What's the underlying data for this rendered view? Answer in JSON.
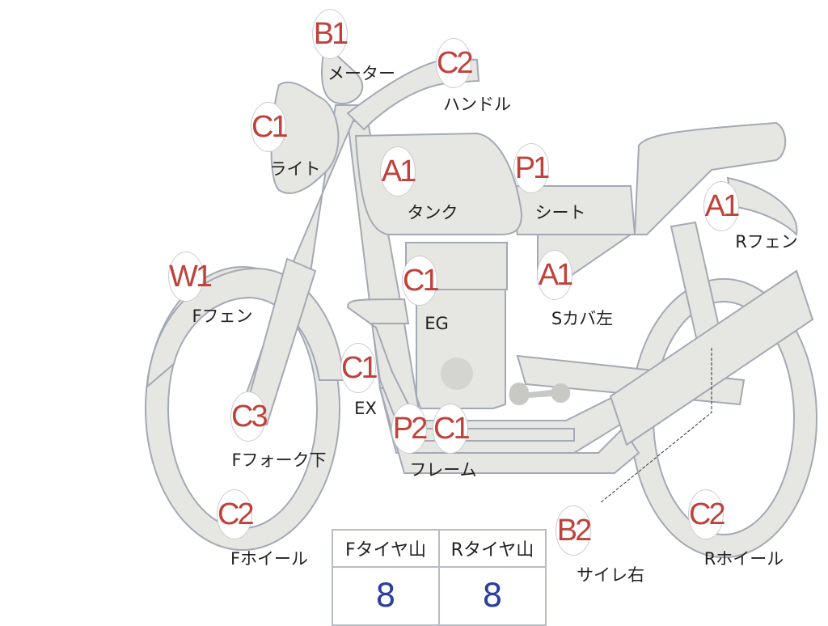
{
  "parts": [
    {
      "code": "B1",
      "label": "メーター"
    },
    {
      "code": "C2",
      "label": "ハンドル"
    },
    {
      "code": "C1",
      "label": "ライト"
    },
    {
      "code": "A1",
      "label": "タンク"
    },
    {
      "code": "P1",
      "label": "シート"
    },
    {
      "code": "A1",
      "label": "Rフェン"
    },
    {
      "code": "W1",
      "label": "Fフェン"
    },
    {
      "code": "C1",
      "label": "EG"
    },
    {
      "code": "A1",
      "label": "Sカバ左"
    },
    {
      "code": "C1",
      "label": "EX"
    },
    {
      "code": "C3",
      "label": "Fフォーク下"
    },
    {
      "code": "P2",
      "label": "フレーム"
    },
    {
      "code": "C1",
      "label": ""
    },
    {
      "code": "C2",
      "label": "Fホイール"
    },
    {
      "code": "B2",
      "label": "サイレ右"
    },
    {
      "code": "C2",
      "label": "Rホイール"
    }
  ],
  "tire_table": {
    "headers": [
      "Fタイヤ山",
      "Rタイヤ山"
    ],
    "values": [
      "8",
      "8"
    ]
  },
  "colors": {
    "body": "#e6e6e2",
    "outline": "#a3aab5",
    "grade": "#c0413a",
    "value": "#2a3fa0"
  }
}
